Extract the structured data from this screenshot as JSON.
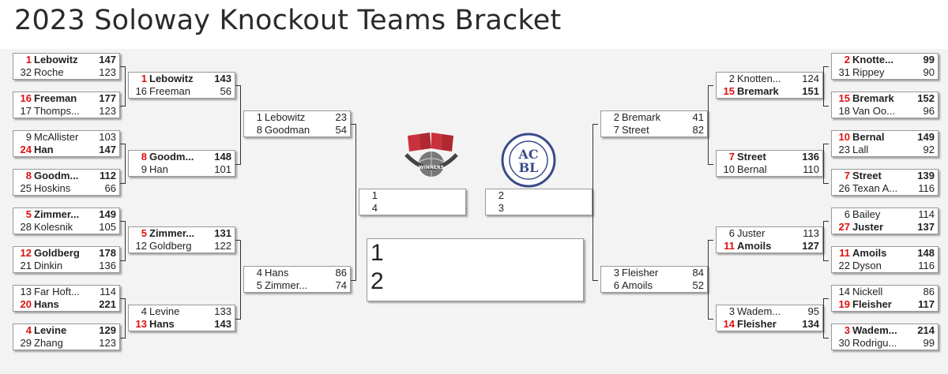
{
  "title": "2023 Soloway Knockout Teams Bracket",
  "colors": {
    "seed_red": "#d11111",
    "border": "#9a9a9a",
    "panel": "#f3f3f3"
  },
  "logos": {
    "left": "bridge-winners-logo",
    "right": "acbl-logo"
  },
  "bracket": {
    "left_r1": [
      {
        "a": {
          "seed": "1",
          "name": "Lebowitz",
          "score": "147",
          "win": true
        },
        "b": {
          "seed": "32",
          "name": "Roche",
          "score": "123",
          "win": false
        }
      },
      {
        "a": {
          "seed": "16",
          "name": "Freeman",
          "score": "177",
          "win": true
        },
        "b": {
          "seed": "17",
          "name": "Thomps...",
          "score": "123",
          "win": false
        }
      },
      {
        "a": {
          "seed": "9",
          "name": "McAllister",
          "score": "103",
          "win": false
        },
        "b": {
          "seed": "24",
          "name": "Han",
          "score": "147",
          "win": true
        }
      },
      {
        "a": {
          "seed": "8",
          "name": "Goodm...",
          "score": "112",
          "win": true
        },
        "b": {
          "seed": "25",
          "name": "Hoskins",
          "score": "66",
          "win": false
        }
      },
      {
        "a": {
          "seed": "5",
          "name": "Zimmer...",
          "score": "149",
          "win": true
        },
        "b": {
          "seed": "28",
          "name": "Kolesnik",
          "score": "105",
          "win": false
        }
      },
      {
        "a": {
          "seed": "12",
          "name": "Goldberg",
          "score": "178",
          "win": true
        },
        "b": {
          "seed": "21",
          "name": "Dinkin",
          "score": "136",
          "win": false
        }
      },
      {
        "a": {
          "seed": "13",
          "name": "Far Hoft...",
          "score": "114",
          "win": false
        },
        "b": {
          "seed": "20",
          "name": "Hans",
          "score": "221",
          "win": true
        }
      },
      {
        "a": {
          "seed": "4",
          "name": "Levine",
          "score": "129",
          "win": true
        },
        "b": {
          "seed": "29",
          "name": "Zhang",
          "score": "123",
          "win": false
        }
      }
    ],
    "left_r2": [
      {
        "a": {
          "seed": "1",
          "name": "Lebowitz",
          "score": "143",
          "win": true
        },
        "b": {
          "seed": "16",
          "name": "Freeman",
          "score": "56",
          "win": false
        }
      },
      {
        "a": {
          "seed": "8",
          "name": "Goodm...",
          "score": "148",
          "win": true
        },
        "b": {
          "seed": "9",
          "name": "Han",
          "score": "101",
          "win": false
        }
      },
      {
        "a": {
          "seed": "5",
          "name": "Zimmer...",
          "score": "131",
          "win": true
        },
        "b": {
          "seed": "12",
          "name": "Goldberg",
          "score": "122",
          "win": false
        }
      },
      {
        "a": {
          "seed": "4",
          "name": "Levine",
          "score": "133",
          "win": false
        },
        "b": {
          "seed": "13",
          "name": "Hans",
          "score": "143",
          "win": true
        }
      }
    ],
    "left_r3": [
      {
        "a": {
          "seed": "1",
          "name": "Lebowitz",
          "score": "23",
          "win": false
        },
        "b": {
          "seed": "8",
          "name": "Goodman",
          "score": "54",
          "win": false
        }
      },
      {
        "a": {
          "seed": "4",
          "name": "Hans",
          "score": "86",
          "win": false
        },
        "b": {
          "seed": "5",
          "name": "Zimmer...",
          "score": "74",
          "win": false
        }
      }
    ],
    "left_r4": [
      {
        "a": {
          "seed": "1",
          "name": "",
          "score": "",
          "win": false
        },
        "b": {
          "seed": "4",
          "name": "",
          "score": "",
          "win": false
        }
      }
    ],
    "right_r4": [
      {
        "a": {
          "seed": "2",
          "name": "",
          "score": "",
          "win": false
        },
        "b": {
          "seed": "3",
          "name": "",
          "score": "",
          "win": false
        }
      }
    ],
    "final": {
      "a": "1",
      "b": "2"
    },
    "right_r3": [
      {
        "a": {
          "seed": "2",
          "name": "Bremark",
          "score": "41",
          "win": false
        },
        "b": {
          "seed": "7",
          "name": "Street",
          "score": "82",
          "win": false
        }
      },
      {
        "a": {
          "seed": "3",
          "name": "Fleisher",
          "score": "84",
          "win": false
        },
        "b": {
          "seed": "6",
          "name": "Amoils",
          "score": "52",
          "win": false
        }
      }
    ],
    "right_r2": [
      {
        "a": {
          "seed": "2",
          "name": "Knotten...",
          "score": "124",
          "win": false
        },
        "b": {
          "seed": "15",
          "name": "Bremark",
          "score": "151",
          "win": true
        }
      },
      {
        "a": {
          "seed": "7",
          "name": "Street",
          "score": "136",
          "win": true
        },
        "b": {
          "seed": "10",
          "name": "Bernal",
          "score": "110",
          "win": false
        }
      },
      {
        "a": {
          "seed": "6",
          "name": "Juster",
          "score": "113",
          "win": false
        },
        "b": {
          "seed": "11",
          "name": "Amoils",
          "score": "127",
          "win": true
        }
      },
      {
        "a": {
          "seed": "3",
          "name": "Wadem...",
          "score": "95",
          "win": false
        },
        "b": {
          "seed": "14",
          "name": "Fleisher",
          "score": "134",
          "win": true
        }
      }
    ],
    "right_r1": [
      {
        "a": {
          "seed": "2",
          "name": "Knotte...",
          "score": "99",
          "win": true
        },
        "b": {
          "seed": "31",
          "name": "Rippey",
          "score": "90",
          "win": false
        }
      },
      {
        "a": {
          "seed": "15",
          "name": "Bremark",
          "score": "152",
          "win": true
        },
        "b": {
          "seed": "18",
          "name": "Van Oo...",
          "score": "96",
          "win": false
        }
      },
      {
        "a": {
          "seed": "10",
          "name": "Bernal",
          "score": "149",
          "win": true
        },
        "b": {
          "seed": "23",
          "name": "Lall",
          "score": "92",
          "win": false
        }
      },
      {
        "a": {
          "seed": "7",
          "name": "Street",
          "score": "139",
          "win": true
        },
        "b": {
          "seed": "26",
          "name": "Texan A...",
          "score": "116",
          "win": false
        }
      },
      {
        "a": {
          "seed": "6",
          "name": "Bailey",
          "score": "114",
          "win": false
        },
        "b": {
          "seed": "27",
          "name": "Juster",
          "score": "137",
          "win": true
        }
      },
      {
        "a": {
          "seed": "11",
          "name": "Amoils",
          "score": "148",
          "win": true
        },
        "b": {
          "seed": "22",
          "name": "Dyson",
          "score": "116",
          "win": false
        }
      },
      {
        "a": {
          "seed": "14",
          "name": "Nickell",
          "score": "86",
          "win": false
        },
        "b": {
          "seed": "19",
          "name": "Fleisher",
          "score": "117",
          "win": true
        }
      },
      {
        "a": {
          "seed": "3",
          "name": "Wadem...",
          "score": "214",
          "win": true
        },
        "b": {
          "seed": "30",
          "name": "Rodrigu...",
          "score": "99",
          "win": false
        }
      }
    ]
  }
}
